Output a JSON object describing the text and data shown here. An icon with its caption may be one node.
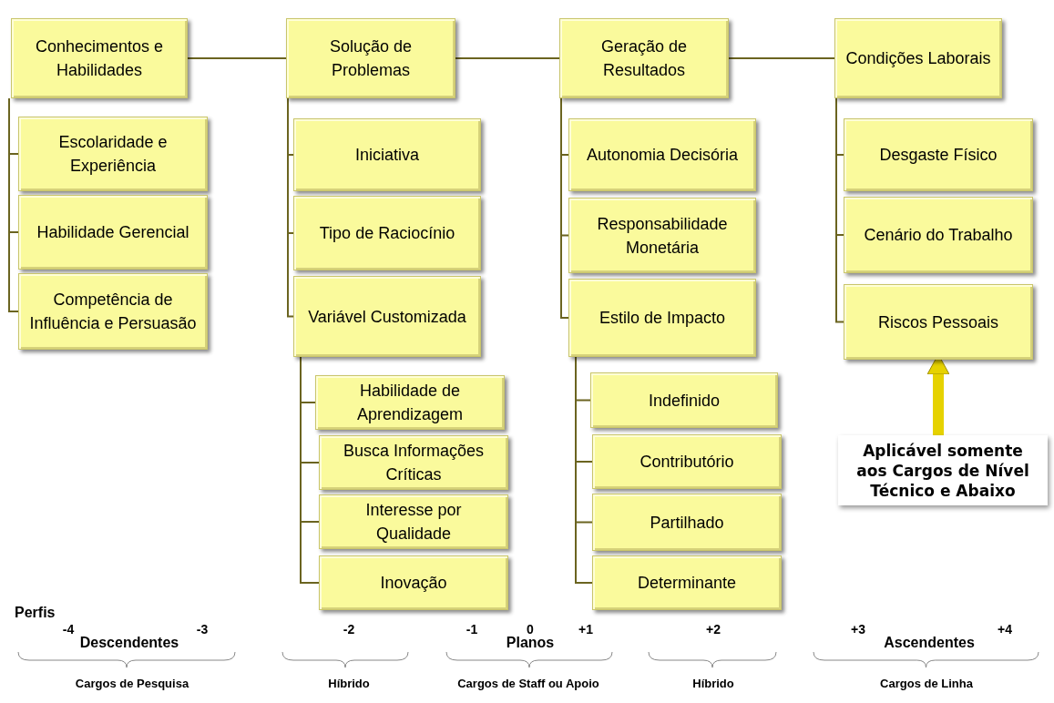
{
  "diagram": {
    "nodes": [
      {
        "text": [
          "Conhecimentos e Habilidades"
        ]
      },
      {
        "text": [
          "Solução de Problemas"
        ]
      },
      {
        "text": [
          "Geração de Resultados"
        ]
      },
      {
        "text": [
          "Condições Laborais"
        ]
      },
      {
        "text": [
          "Escolaridade e Experiência"
        ]
      },
      {
        "text": [
          "Habilidade Gerencial"
        ]
      },
      {
        "text": [
          "Competência de Influência e Persuasão"
        ]
      },
      {
        "text": [
          "Iniciativa"
        ]
      },
      {
        "text": [
          "Tipo de Raciocínio"
        ]
      },
      {
        "text": [
          "Variável Customizada"
        ]
      },
      {
        "text": [
          "Autonomia Decisória"
        ]
      },
      {
        "text": [
          "Responsabilidade Monetária"
        ]
      },
      {
        "text": [
          "Estilo de Impacto"
        ]
      },
      {
        "text": [
          "Desgaste Físico"
        ]
      },
      {
        "text": [
          "Cenário do Trabalho"
        ]
      },
      {
        "text": [
          "Riscos Pessoais"
        ]
      },
      {
        "text": [
          "Habilidade de Aprendizagem"
        ]
      },
      {
        "text": [
          "Busca Informações Críticas"
        ]
      },
      {
        "text": [
          "Interesse por Qualidade"
        ]
      },
      {
        "text": [
          "Inovação"
        ]
      },
      {
        "text": [
          "Indefinido"
        ]
      },
      {
        "text": [
          "Contributório"
        ]
      },
      {
        "text": [
          "Partilhado"
        ]
      },
      {
        "text": [
          "Determinante"
        ]
      },
      {
        "text": [
          "Aplicável somente aos Cargos de Nível Técnico e Abaixo"
        ]
      }
    ],
    "edges": [
      {
        "from": 0,
        "to": 1,
        "arrow": "none"
      },
      {
        "from": 1,
        "to": 2,
        "arrow": "none"
      },
      {
        "from": 2,
        "to": 3,
        "arrow": "none"
      },
      {
        "from": 0,
        "to": 4,
        "arrow": "none"
      },
      {
        "from": 0,
        "to": 5,
        "arrow": "none"
      },
      {
        "from": 0,
        "to": 6,
        "arrow": "none"
      },
      {
        "from": 1,
        "to": 7,
        "arrow": "none"
      },
      {
        "from": 1,
        "to": 8,
        "arrow": "none"
      },
      {
        "from": 1,
        "to": 9,
        "arrow": "none"
      },
      {
        "from": 2,
        "to": 10,
        "arrow": "none"
      },
      {
        "from": 2,
        "to": 11,
        "arrow": "none"
      },
      {
        "from": 2,
        "to": 12,
        "arrow": "none"
      },
      {
        "from": 3,
        "to": 13,
        "arrow": "none"
      },
      {
        "from": 3,
        "to": 14,
        "arrow": "none"
      },
      {
        "from": 3,
        "to": 15,
        "arrow": "none"
      },
      {
        "from": 9,
        "to": 16,
        "arrow": "none"
      },
      {
        "from": 9,
        "to": 17,
        "arrow": "none"
      },
      {
        "from": 9,
        "to": 18,
        "arrow": "none"
      },
      {
        "from": 9,
        "to": 19,
        "arrow": "none"
      },
      {
        "from": 12,
        "to": 20,
        "arrow": "none"
      },
      {
        "from": 12,
        "to": 21,
        "arrow": "none"
      },
      {
        "from": 12,
        "to": 22,
        "arrow": "none"
      },
      {
        "from": 12,
        "to": 23,
        "arrow": "none"
      },
      {
        "from": 24,
        "to": 15,
        "arrow": "to",
        "style": "thick",
        "color": "#e6d200"
      }
    ],
    "labels": [
      "Perfis",
      "-4",
      "-3",
      "Descendentes",
      "-2",
      "-1",
      "0",
      "+1",
      "Planos",
      "+2",
      "+3",
      "+4",
      "Ascendentes",
      "Cargos de Pesquisa",
      "Híbrido",
      "Cargos de Staff ou Apoio",
      "Híbrido",
      "Cargos de Linha"
    ]
  }
}
